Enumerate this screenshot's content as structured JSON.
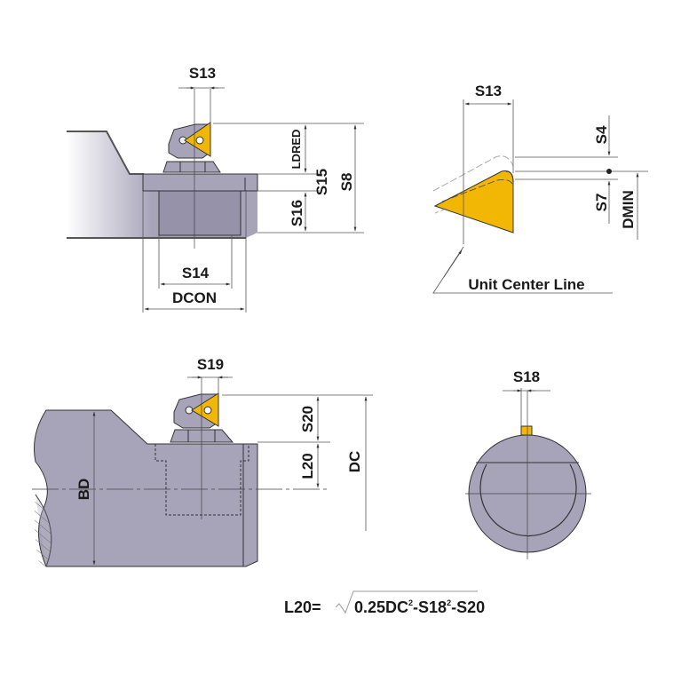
{
  "colors": {
    "body": "#a7a4ba",
    "body_shade": "#9592aa",
    "insert": "#f2b705",
    "line": "#333333"
  },
  "view_top_left": {
    "labels": {
      "s13": "S13",
      "ldred": "LDRED",
      "s15": "S15",
      "s8": "S8",
      "s16": "S16",
      "s14": "S14",
      "dcon": "DCON"
    }
  },
  "view_top_right": {
    "labels": {
      "s13": "S13",
      "s4": "S4",
      "s7": "S7",
      "dmin": "DMIN",
      "unit_center_line": "Unit Center Line"
    }
  },
  "view_bottom_left": {
    "labels": {
      "s19": "S19",
      "s20": "S20",
      "l20": "L20",
      "dc": "DC",
      "bd": "BD"
    }
  },
  "view_bottom_right": {
    "labels": {
      "s18": "S18"
    }
  },
  "formula": {
    "lhs": "L20=",
    "radicand_a": "0.25DC",
    "sup_a": "2",
    "radicand_b": "-S18",
    "sup_b": "2",
    "radicand_c": "-S20"
  }
}
